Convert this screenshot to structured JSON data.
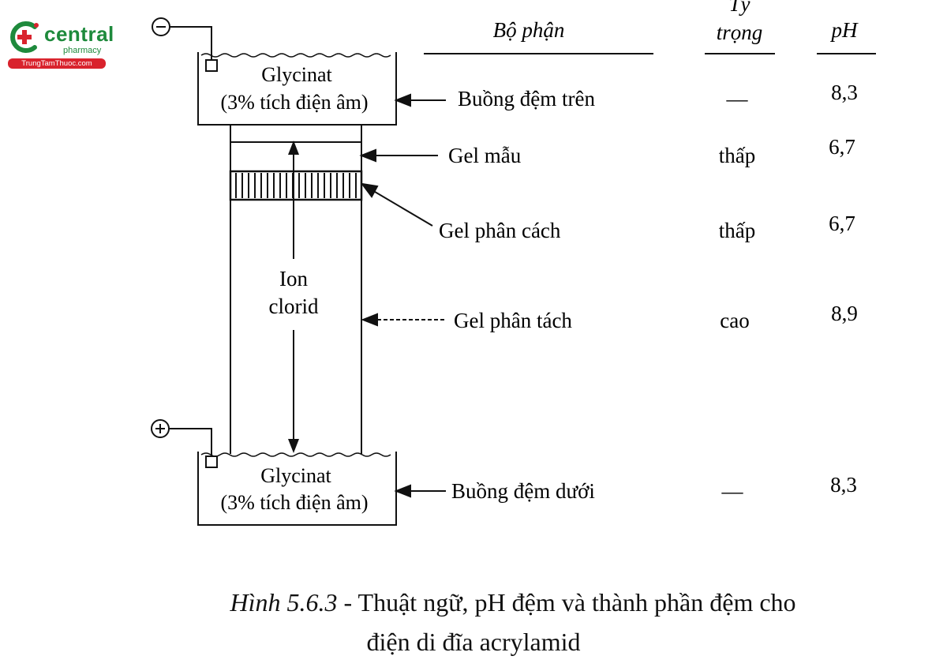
{
  "logo": {
    "brand": "central",
    "sub": "pharmacy",
    "banner": "TrungTamThuoc.com"
  },
  "diagram": {
    "electrodes": {
      "negative": "⊖",
      "positive": "⊕"
    },
    "upper_chamber": {
      "line1": "Glycinat",
      "line2": "(3% tích điện âm)"
    },
    "lower_chamber": {
      "line1": "Glycinat",
      "line2": "(3% tích điện âm)"
    },
    "ion_label": {
      "line1": "Ion",
      "line2": "clorid"
    }
  },
  "table": {
    "headers": {
      "component": "Bộ phận",
      "density_line1": "Tỷ",
      "density_line2": "trọng",
      "ph": "pH"
    },
    "rows": [
      {
        "component": "Buồng đệm trên",
        "density": "—",
        "ph": "8,3"
      },
      {
        "component": "Gel mẫu",
        "density": "thấp",
        "ph": "6,7"
      },
      {
        "component": "Gel phân cách",
        "density": "thấp",
        "ph": "6,7"
      },
      {
        "component": "Gel phân tách",
        "density": "cao",
        "ph": "8,9"
      },
      {
        "component": "Buồng đệm dưới",
        "density": "—",
        "ph": "8,3"
      }
    ]
  },
  "caption": {
    "figure_no": "Hình 5.6.3",
    "line1": " - Thuật ngữ, pH đệm và thành phần đệm cho",
    "line2": "điện di đĩa acrylamid"
  }
}
